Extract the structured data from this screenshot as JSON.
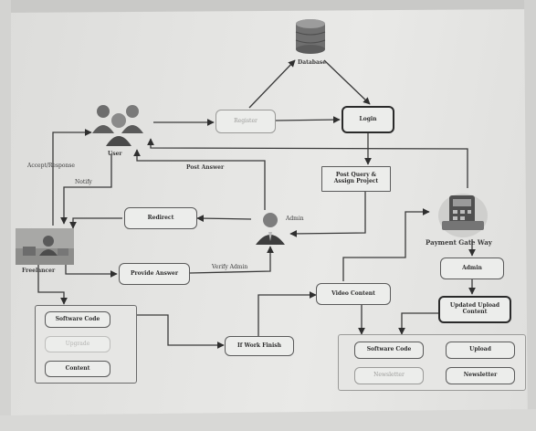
{
  "diagram": {
    "nodes": {
      "database": "Database",
      "register": "Register",
      "login": "Login",
      "post_query": "Post Query & Assign Project",
      "user": "User",
      "admin_center": "Admin",
      "redirect": "Redirect",
      "provide_answer": "Provide Answer",
      "freelancer": "Freelancer",
      "payment_gateway": "Payment Gate Way",
      "admin_right": "Admin",
      "updated_upload_content": "Updated Upload Content",
      "video_content": "Video Content",
      "if_work_finish": "If Work Finish",
      "software_code_left": "Software Code",
      "upgrade": "Upgrade",
      "content_left": "Content",
      "software_code_right": "Software Code",
      "upload": "Upload",
      "newsletter_left": "Newsletter",
      "newsletter_right": "Newsletter"
    },
    "edge_labels": {
      "post_answer": "Post Answer",
      "accept_response": "Accept/Response",
      "notify": "Notify",
      "verify_admin": "Verify Admin"
    }
  },
  "colors": {
    "background": "#e4e4e2",
    "box_fill": "#ecedeb",
    "line": "#3a3a3a",
    "faint_text": "#9a9a98"
  },
  "icons": [
    "database-icon",
    "user-group-icon",
    "admin-person-icon",
    "freelancer-photo-icon",
    "payment-terminal-icon"
  ]
}
